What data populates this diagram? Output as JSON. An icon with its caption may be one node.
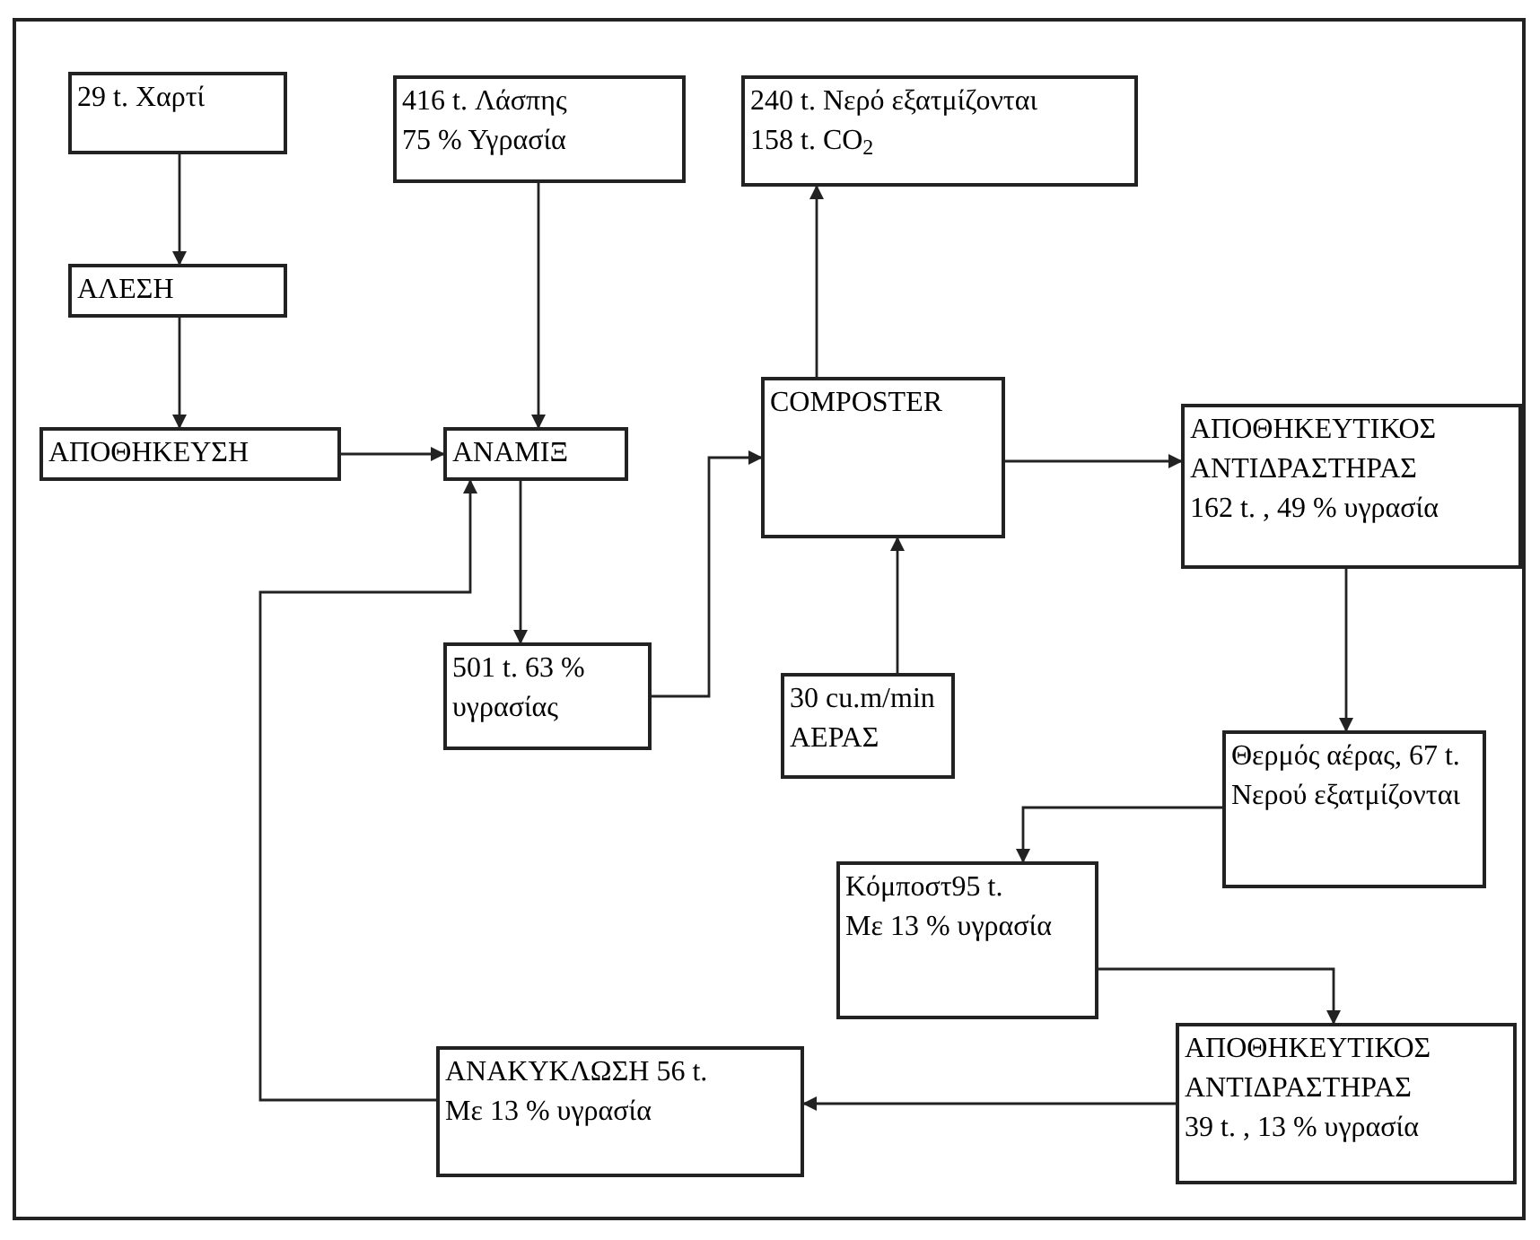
{
  "diagram": {
    "nodes": [
      {
        "text": [
          "29 t. Χαρτί"
        ]
      },
      {
        "text": [
          "ΑΛΕΣΗ"
        ]
      },
      {
        "text": [
          "ΑΠΟΘΗΚΕΥΣΗ"
        ]
      },
      {
        "text": [
          "416 t. Λάσπης",
          "75 % Υγρασία"
        ]
      },
      {
        "text": [
          "ΑΝΑΜΙΞ"
        ]
      },
      {
        "text": [
          "240 t. Νερό εξατμίζονται",
          "158 t. CO$_{2}$"
        ]
      },
      {
        "text": [
          "COMPOSTER"
        ]
      },
      {
        "text": [
          "ΑΠΟΘΗΚΕΥΤΙΚΟΣ ΑΝΤΙΔΡΑΣΤΗΡΑΣ",
          "162 t. , 49 % υγρασία"
        ]
      },
      {
        "text": [
          "501 t. 63 % υγρασίας"
        ]
      },
      {
        "text": [
          "30 cu.m/min",
          "ΑΕΡΑΣ"
        ]
      },
      {
        "text": [
          "Θερμός αέρας, 67 t. Νερού εξατμίζονται"
        ]
      },
      {
        "text": [
          "Κόμποστ95 t.",
          "Με 13 % υγρασία"
        ]
      },
      {
        "text": [
          "ΑΠΟΘΗΚΕΥΤΙΚΟΣ ΑΝΤΙΔΡΑΣΤΗΡΑΣ",
          "39 t. , 13 % υγρασία"
        ]
      },
      {
        "text": [
          "ΑΝΑΚΥΚΛΩΣΗ 56 t.",
          "Με 13 % υγρασία"
        ]
      }
    ],
    "edges": [
      {
        "from": 0,
        "to": 1,
        "arrow": "to"
      },
      {
        "from": 1,
        "to": 2,
        "arrow": "to"
      },
      {
        "from": 2,
        "to": 4,
        "arrow": "to"
      },
      {
        "from": 3,
        "to": 4,
        "arrow": "to"
      },
      {
        "from": 4,
        "to": 8,
        "arrow": "to"
      },
      {
        "from": 8,
        "to": 6,
        "arrow": "to"
      },
      {
        "from": 6,
        "to": 5,
        "arrow": "to"
      },
      {
        "from": 9,
        "to": 6,
        "arrow": "to"
      },
      {
        "from": 6,
        "to": 7,
        "arrow": "to"
      },
      {
        "from": 7,
        "to": 10,
        "arrow": "to"
      },
      {
        "from": 10,
        "to": 11,
        "arrow": "to"
      },
      {
        "from": 11,
        "to": 12,
        "arrow": "to"
      },
      {
        "from": 12,
        "to": 13,
        "arrow": "to"
      },
      {
        "from": 13,
        "to": 4,
        "arrow": "to"
      }
    ]
  }
}
